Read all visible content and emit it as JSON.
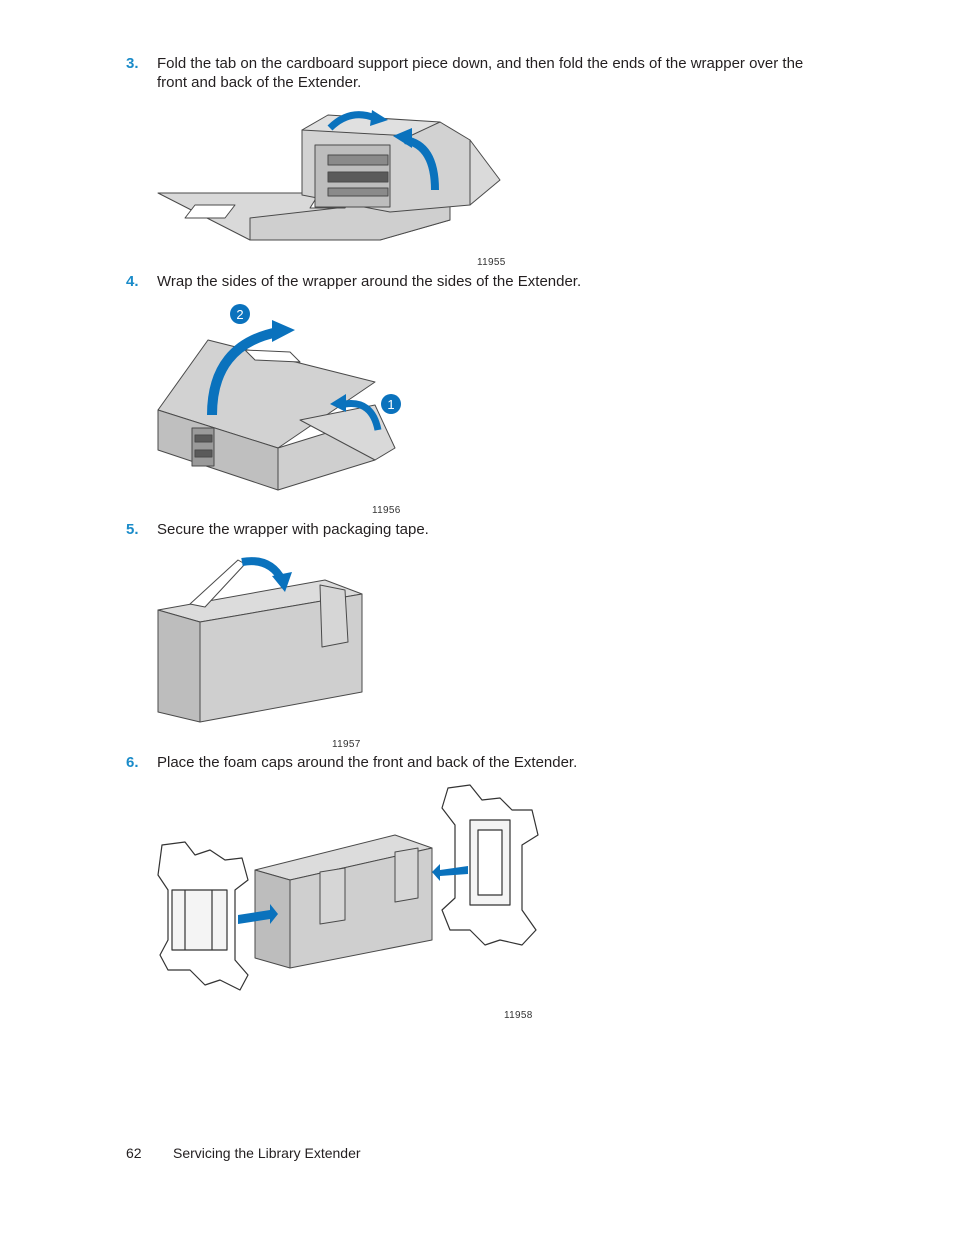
{
  "steps": [
    {
      "number": "3.",
      "text": "Fold the tab on the cardboard support piece down, and then fold the ends of the wrapper over the front and back of the Extender."
    },
    {
      "number": "4.",
      "text": "Wrap the sides of the wrapper around the sides of the Extender."
    },
    {
      "number": "5.",
      "text": "Secure the wrapper with packaging tape."
    },
    {
      "number": "6.",
      "text": "Place the foam caps around the front and back of the Extender."
    }
  ],
  "figures": [
    {
      "id": "11955"
    },
    {
      "id": "11956",
      "callouts": [
        "1",
        "2"
      ]
    },
    {
      "id": "11957"
    },
    {
      "id": "11958"
    }
  ],
  "footer": {
    "page_number": "62",
    "section": "Servicing the Library Extender"
  },
  "colors": {
    "accent": "#1a8bc9",
    "arrow": "#0a72bd",
    "box_fill": "#cfcfcf",
    "box_stroke": "#4a4a4a"
  }
}
